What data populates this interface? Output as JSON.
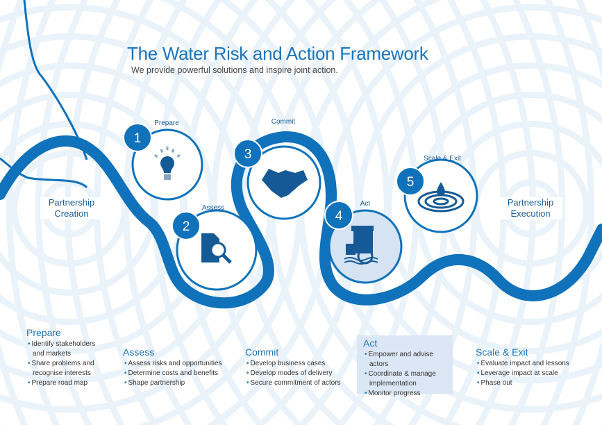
{
  "header": {
    "title": "The Water Risk and Action Framework",
    "subtitle": "We provide powerful solutions and inspire joint action."
  },
  "regions": {
    "start": "Partnership Creation",
    "end": "Partnership Execution"
  },
  "colors": {
    "accent": "#0f72ba",
    "dark": "#155a96",
    "act_fill": "#d5e3f3"
  },
  "steps": [
    {
      "number": "1",
      "label": "Prepare",
      "icon": "lightbulb-icon"
    },
    {
      "number": "2",
      "label": "Assess",
      "icon": "document-search-icon"
    },
    {
      "number": "3",
      "label": "Commit",
      "icon": "handshake-icon"
    },
    {
      "number": "4",
      "label": "Act",
      "icon": "watermill-icon"
    },
    {
      "number": "5",
      "label": "Scale & Exit",
      "icon": "water-drop-icon"
    }
  ],
  "details": [
    {
      "title": "Prepare",
      "items": [
        "Identify stakeholders and markets",
        "Share problems and recognise interests",
        "Prepare road map"
      ]
    },
    {
      "title": "Assess",
      "items": [
        "Assess risks and opportunities",
        "Determine costs and benefits",
        "Shape partnership"
      ]
    },
    {
      "title": "Commit",
      "items": [
        "Develop business cases",
        "Develop modes of delivery",
        "Secure commitment of actors"
      ]
    },
    {
      "title": "Act",
      "items": [
        "Empower and advise actors",
        "Coordinate & manage implementation",
        "Monitor progress"
      ]
    },
    {
      "title": "Scale & Exit",
      "items": [
        "Evaluate impact and lessons",
        "Leverage impact at scale",
        "Phase out"
      ]
    }
  ]
}
